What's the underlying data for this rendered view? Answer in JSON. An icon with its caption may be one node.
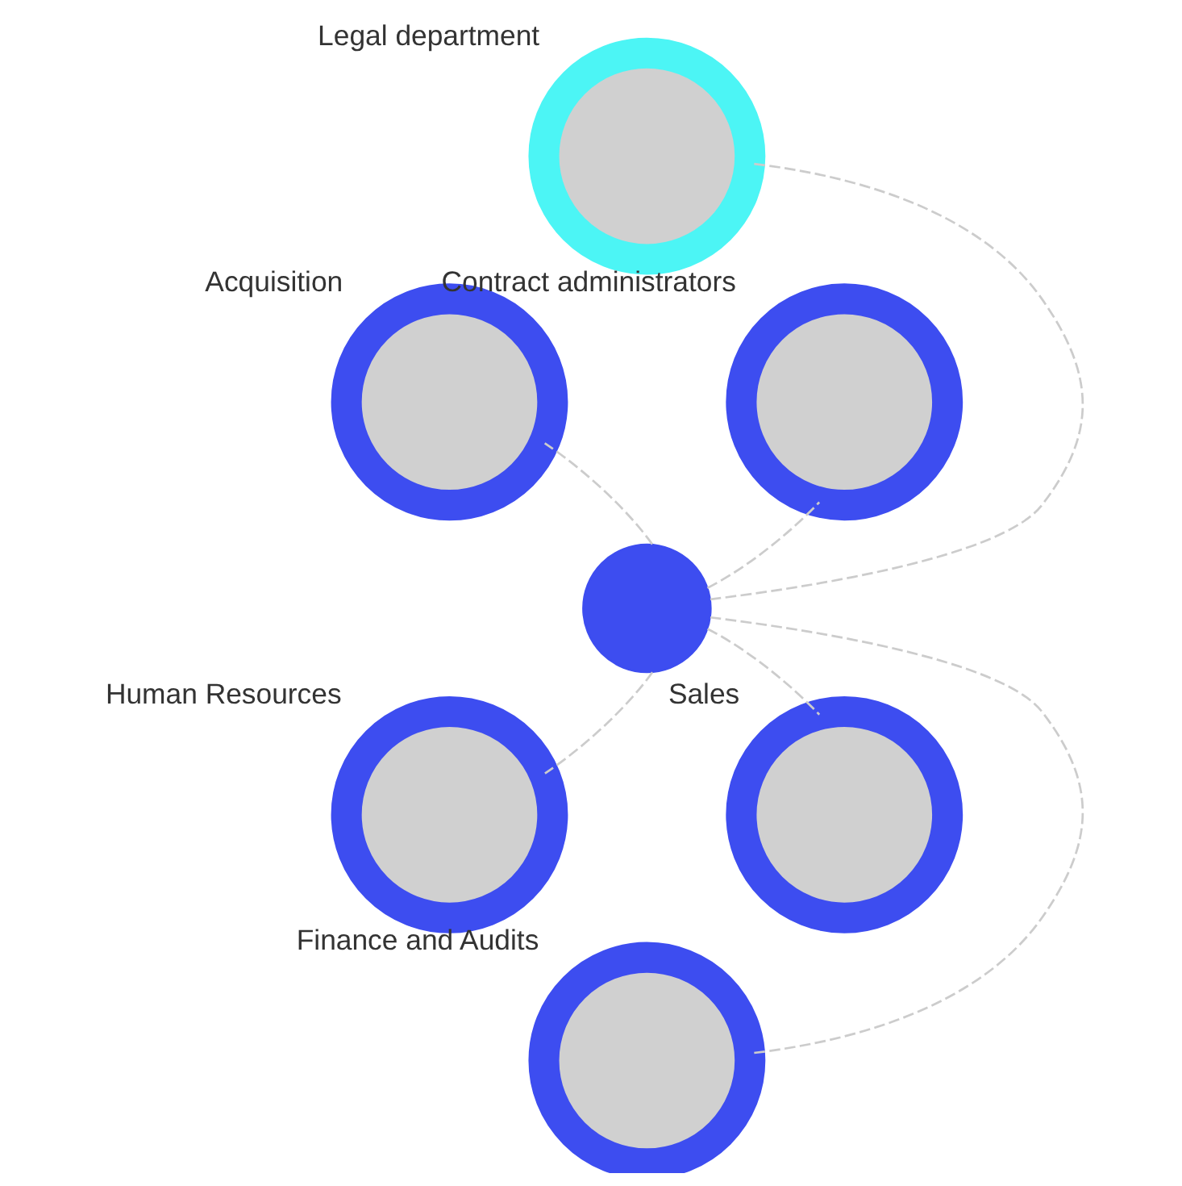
{
  "diagram": {
    "nodes": [
      {
        "text": [],
        "shape": "circle",
        "beside": [
          "Legal department"
        ]
      },
      {
        "text": [],
        "shape": "circle",
        "beside": [
          "Acquisition"
        ]
      },
      {
        "text": [],
        "shape": "circle",
        "beside": [
          "Contract administrators"
        ]
      },
      {
        "text": [],
        "shape": "circle"
      },
      {
        "text": [],
        "shape": "circle",
        "beside": [
          "Human Resources"
        ]
      },
      {
        "text": [],
        "shape": "circle",
        "beside": [
          "Sales"
        ]
      },
      {
        "text": [],
        "shape": "circle",
        "beside": [
          "Finance and Audits"
        ]
      }
    ],
    "edges": [
      {
        "from": 3,
        "to": 0,
        "arrow": "none",
        "style": "dashed"
      },
      {
        "from": 3,
        "to": 1,
        "arrow": "none",
        "style": "dashed"
      },
      {
        "from": 3,
        "to": 2,
        "arrow": "none",
        "style": "dashed"
      },
      {
        "from": 3,
        "to": 4,
        "arrow": "none",
        "style": "dashed"
      },
      {
        "from": 3,
        "to": 5,
        "arrow": "none",
        "style": "dashed"
      },
      {
        "from": 3,
        "to": 6,
        "arrow": "none",
        "style": "dashed"
      }
    ]
  }
}
